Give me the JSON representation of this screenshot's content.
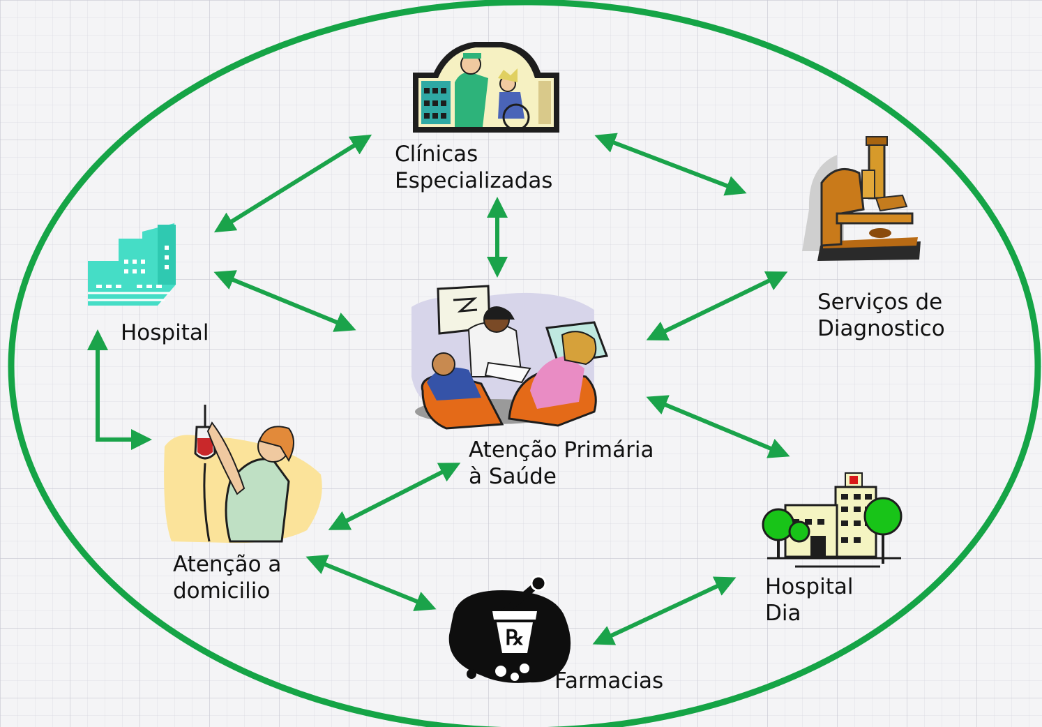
{
  "colors": {
    "arrow": "#1aa34a",
    "ellipse": "#15a446",
    "text": "#111111"
  },
  "nodes": {
    "clinicas": {
      "label": "Clínicas\nEspecializadas",
      "icon": "doctor-wheelchair-icon"
    },
    "diagnostico": {
      "label": "Serviços de\nDiagnostico",
      "icon": "microscope-icon"
    },
    "hospital": {
      "label": "Hospital",
      "icon": "hospital-building-icon"
    },
    "aps": {
      "label": "Atenção Primária\nà Saúde",
      "icon": "consultation-icon"
    },
    "domicilio": {
      "label": "Atenção a\ndomicilio",
      "icon": "nurse-iv-drip-icon"
    },
    "hospital_dia": {
      "label": "Hospital\nDia",
      "icon": "hospital-trees-icon"
    },
    "farmacias": {
      "label": "Farmacias",
      "icon": "rx-mortar-icon"
    }
  },
  "connections": [
    [
      "hospital",
      "clinicas"
    ],
    [
      "clinicas",
      "diagnostico"
    ],
    [
      "clinicas",
      "aps"
    ],
    [
      "hospital",
      "aps"
    ],
    [
      "diagnostico",
      "aps"
    ],
    [
      "hospital",
      "domicilio"
    ],
    [
      "aps",
      "hospital_dia"
    ],
    [
      "domicilio",
      "aps"
    ],
    [
      "domicilio",
      "farmacias"
    ],
    [
      "farmacias",
      "hospital_dia"
    ]
  ]
}
